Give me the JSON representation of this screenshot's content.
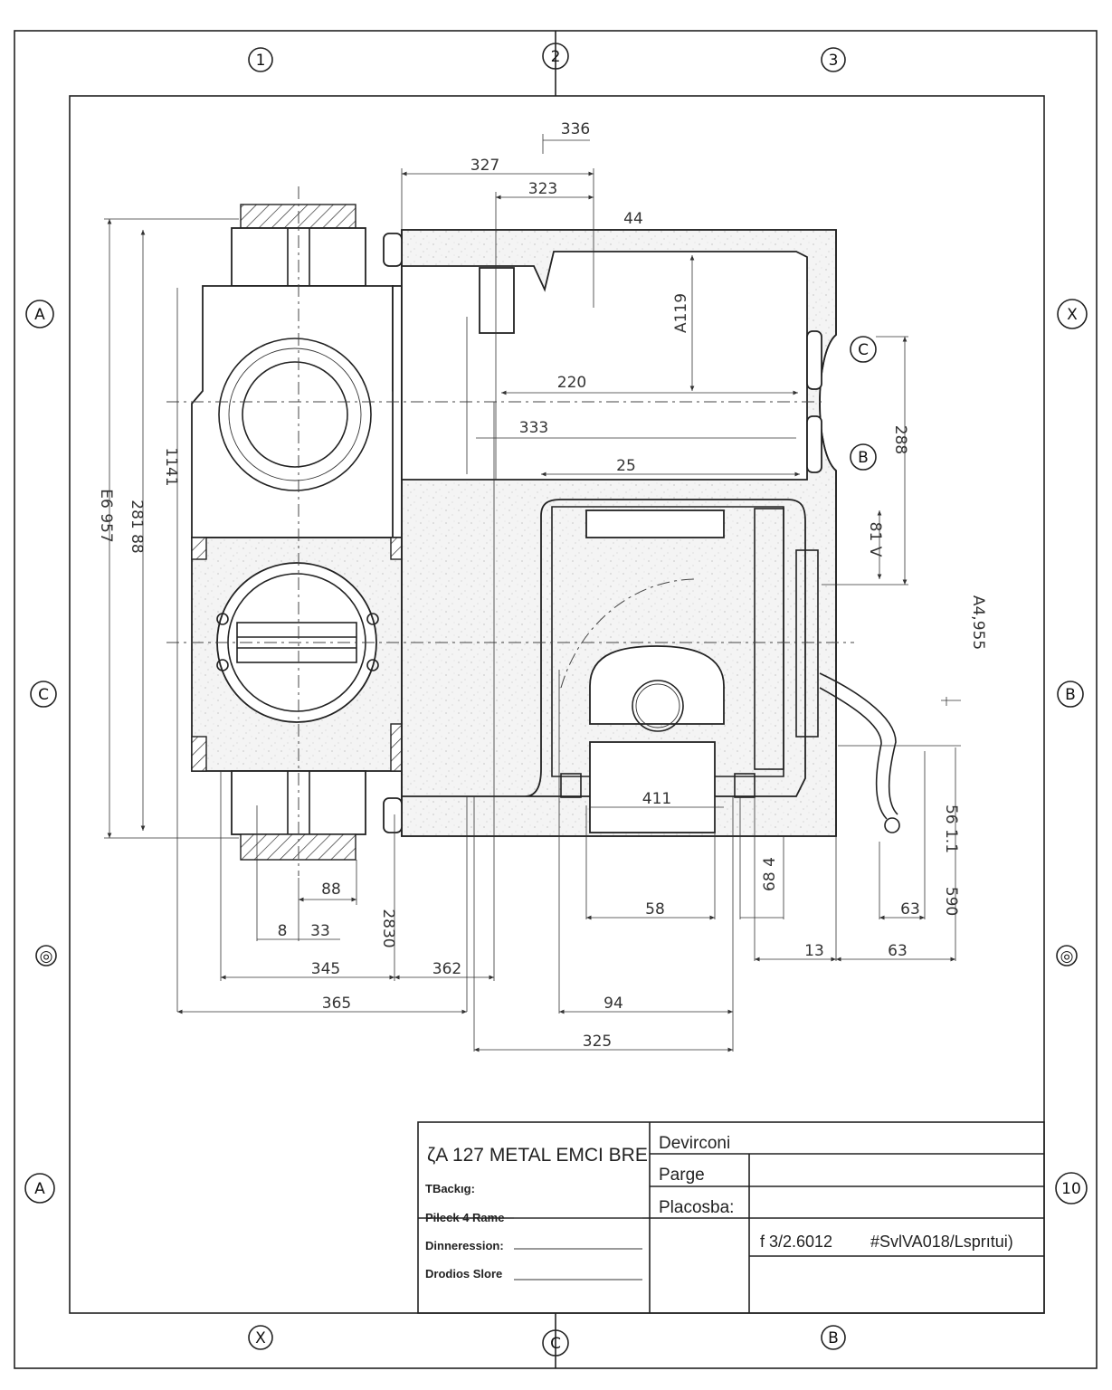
{
  "zone_markers": {
    "top": [
      "1",
      "2",
      "3"
    ],
    "bottom": [
      "X",
      "C",
      "B"
    ],
    "left": [
      "A",
      "C",
      "◎",
      "A"
    ],
    "right": [
      "X",
      "B",
      "◎",
      "10"
    ]
  },
  "callouts": [
    "C",
    "B"
  ],
  "dimensions": {
    "d336": "336",
    "d327": "327",
    "d323": "323",
    "d44": "44",
    "a119": "A119",
    "d220": "220",
    "d333": "333",
    "d25": "25",
    "d288": "288",
    "d81v": "81 V",
    "a4955": "A4,955",
    "d411": "411",
    "d88": "88",
    "d8": "8",
    "d33": "33",
    "d2830": "2830",
    "d345": "345",
    "d362": "362",
    "d365": "365",
    "d58": "58",
    "d684": "68 4",
    "d13": "13",
    "d63a": "63",
    "d63b": "63",
    "d94": "94",
    "d325": "325",
    "d590": "590",
    "d561": "56 1.1",
    "e6957": "E6 957",
    "d28188": "281 88",
    "d1141": "1141"
  },
  "title_block": {
    "title": "ζA 127 METAL EMCI BRE",
    "backing_label": "TBackıg:",
    "fields": [
      {
        "label": "Pileck 4 Rame"
      },
      {
        "label": "Dinneression:"
      },
      {
        "label": "Drodios Slore"
      }
    ],
    "right_labels": [
      "Devirconi",
      "Parge",
      "Placosba:"
    ],
    "date": "f 3/2.6012",
    "code": "#SvlVA018/Lsprıtui)"
  }
}
